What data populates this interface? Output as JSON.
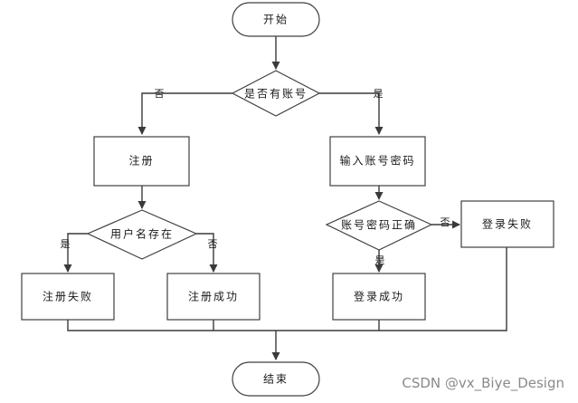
{
  "diagram": {
    "nodes": {
      "start": "开始",
      "has_account": "是否有账号",
      "register": "注册",
      "enter_credentials": "输入账号密码",
      "username_exists": "用户名存在",
      "credentials_correct": "账号密码正确",
      "login_failed": "登录失败",
      "register_failed": "注册失败",
      "register_success": "注册成功",
      "login_success": "登录成功",
      "end": "结束"
    },
    "edge_labels": {
      "has_account_no": "否",
      "has_account_yes": "是",
      "username_exists_yes": "是",
      "username_exists_no": "否",
      "credentials_correct_no": "否",
      "credentials_correct_yes": "是"
    }
  },
  "watermark": "CSDN @vx_Biye_Design",
  "colors": {
    "line": "#3a3a3a",
    "border": "#404040",
    "text": "#1a1a1a",
    "watermark": "#8a8a8a"
  }
}
